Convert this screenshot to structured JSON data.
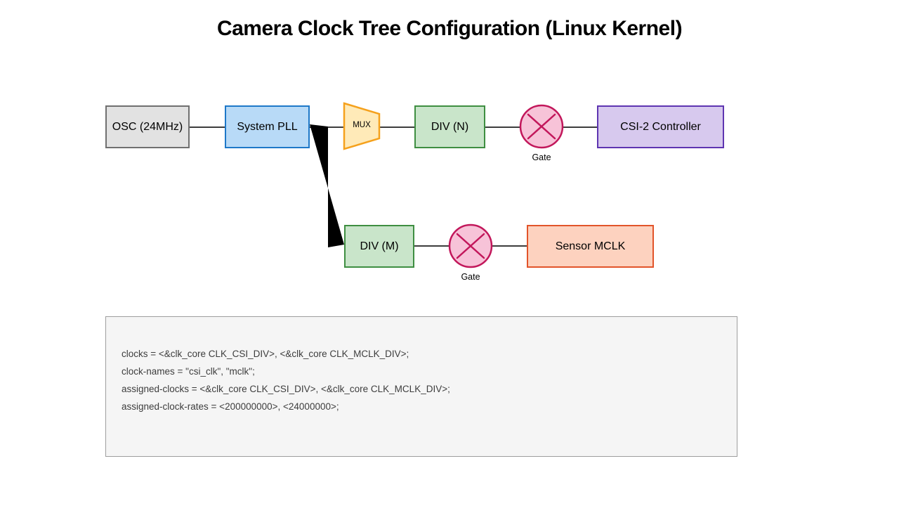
{
  "title": "Camera Clock Tree Configuration (Linux Kernel)",
  "nodes": {
    "osc": {
      "label": "OSC (24MHz)",
      "fill": "#e2e2e2",
      "border": "#707070"
    },
    "pll": {
      "label": "System PLL",
      "fill": "#b8daf7",
      "border": "#1e78c8"
    },
    "mux": {
      "label": "MUX",
      "fill": "#ffeab8",
      "border": "#f5a11c"
    },
    "div_n": {
      "label": "DIV (N)",
      "fill": "#c9e5ca",
      "border": "#3e8e41"
    },
    "gate_csi": {
      "label": "Gate",
      "fill": "#f7c3d8",
      "border": "#c2175b"
    },
    "csi2": {
      "label": "CSI-2 Controller",
      "fill": "#d7c9ee",
      "border": "#5e35b1"
    },
    "div_m": {
      "label": "DIV (M)",
      "fill": "#c9e5ca",
      "border": "#3e8e41"
    },
    "gate_mclk": {
      "label": "Gate",
      "fill": "#f7c3d8",
      "border": "#c2175b"
    },
    "sensor": {
      "label": "Sensor MCLK",
      "fill": "#fdd2bf",
      "border": "#e2542a"
    }
  },
  "code_block": {
    "lines": [
      "clocks = <&clk_core CLK_CSI_DIV>, <&clk_core CLK_MCLK_DIV>;",
      "clock-names = \"csi_clk\", \"mclk\";",
      "assigned-clocks = <&clk_core CLK_CSI_DIV>, <&clk_core CLK_MCLK_DIV>;",
      "assigned-clock-rates = <200000000>, <24000000>;"
    ]
  },
  "colors": {
    "connector": "#3d3d3d",
    "branch_wedge": "#000000",
    "code_background": "#f5f5f5",
    "code_border": "#9e9e9e",
    "code_text": "#3d3d3d",
    "title_text": "#000000"
  }
}
